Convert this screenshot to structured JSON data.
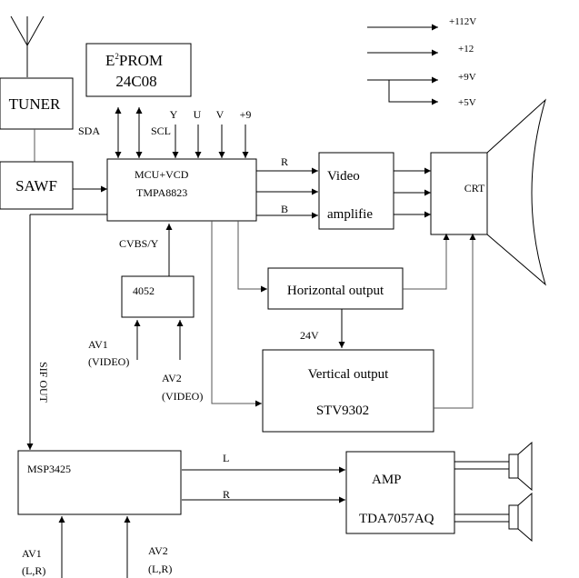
{
  "blocks": {
    "tuner": "TUNER",
    "sawf": "SAWF",
    "eeprom_line1": "PROM",
    "eeprom_e": "E",
    "eeprom_sup": "2",
    "eeprom_line2": "24C08",
    "mcu_line1": "MCU+VCD",
    "mcu_line2": "TMPA8823",
    "video_amp_line1": "Video",
    "video_amp_line2": "amplifie",
    "crt": "CRT",
    "sw4052": "4052",
    "horizontal": "Horizontal output",
    "vertical_line1": "Vertical output",
    "vertical_line2": "STV9302",
    "msp": "MSP3425",
    "amp_line1": "AMP",
    "amp_line2": "TDA7057AQ"
  },
  "power_rails": [
    "+112V",
    "+12",
    "+9V",
    "+5V"
  ],
  "labels": {
    "sda": "SDA",
    "scl": "SCL",
    "y": "Y",
    "u": "U",
    "v": "V",
    "plus9": "+9",
    "r": "R",
    "b": "B",
    "cvbs": "CVBS/Y",
    "v24": "24V",
    "sif_out": "SIF OUT",
    "av1_video_1": "AV1",
    "av1_video_2": "(VIDEO)",
    "av2_video_1": "AV2",
    "av2_video_2": "(VIDEO)",
    "audio_l": "L",
    "audio_r": "R",
    "av1_lr_1": "AV1",
    "av1_lr_2": "(L,R)",
    "av2_lr_1": "AV2",
    "av2_lr_2": "(L,R)"
  }
}
